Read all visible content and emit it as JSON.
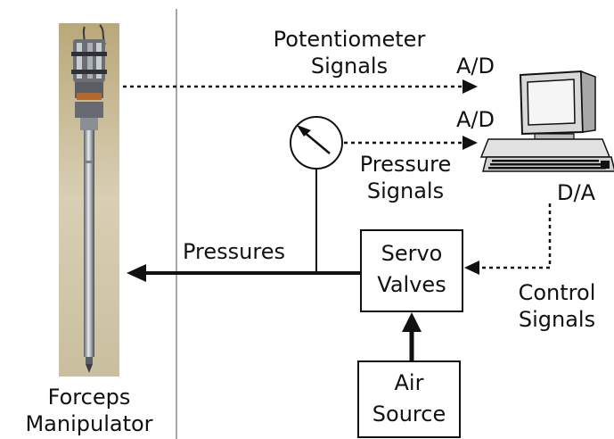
{
  "labels": {
    "potentiometer_line1": "Potentiometer",
    "potentiometer_line2": "Signals",
    "ad_top": "A/D",
    "ad_middle": "A/D",
    "pressure_line1": "Pressure",
    "pressure_line2": "Signals",
    "da": "D/A",
    "pressures": "Pressures",
    "control_line1": "Control",
    "control_line2": "Signals",
    "forceps_line1": "Forceps",
    "forceps_line2": "Manipulator"
  },
  "boxes": {
    "servo_line1": "Servo",
    "servo_line2": "Valves",
    "air_line1": "Air",
    "air_line2": "Source"
  },
  "icons": {
    "manipulator": "forceps-manipulator-photo",
    "gauge": "pressure-gauge-icon",
    "computer": "computer-icon"
  },
  "colors": {
    "line": "#111111",
    "metal_light": "#d6dadd",
    "metal_dark": "#4a4f55",
    "photo_bg": "#c9b98f"
  }
}
